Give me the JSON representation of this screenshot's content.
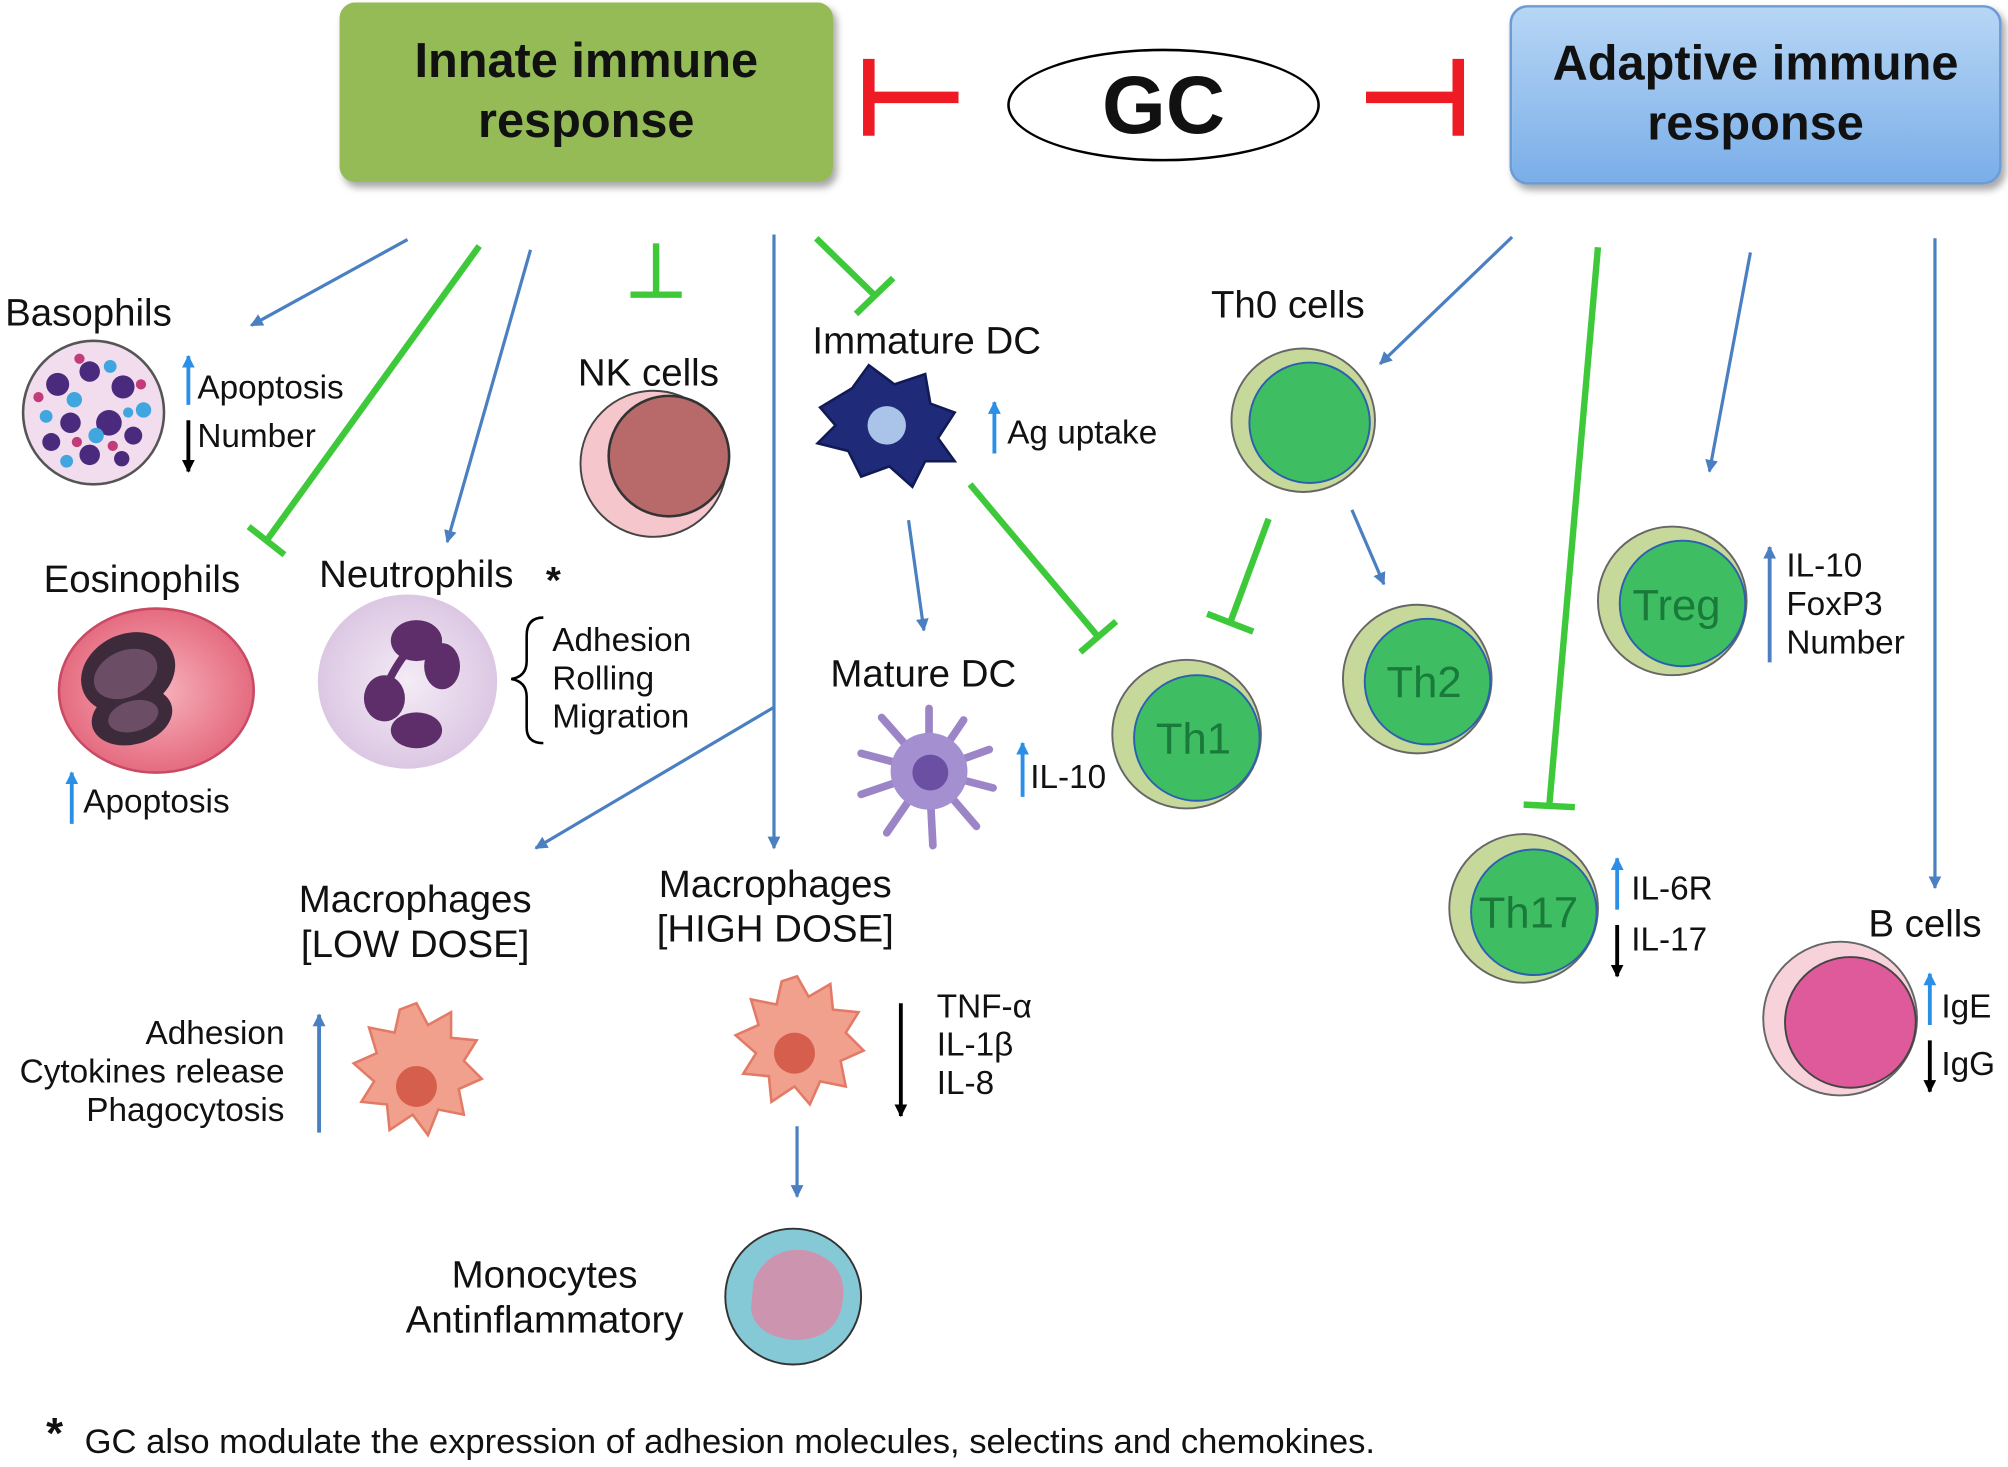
{
  "header": {
    "innate": [
      "Innate immune",
      "response"
    ],
    "gc": "GC",
    "adaptive": [
      "Adaptive immune",
      "response"
    ]
  },
  "cells": {
    "basophils": "Basophils",
    "eosinophils": "Eosinophils",
    "neutrophils": "Neutrophils",
    "nk": "NK cells",
    "immature_dc": "Immature DC",
    "mature_dc": "Mature DC",
    "th0": "Th0 cells",
    "th1": "Th1",
    "th2": "Th2",
    "th17": "Th17",
    "treg": "Treg",
    "b_cells": "B cells",
    "macro_low": [
      "Macrophages",
      "[LOW DOSE]"
    ],
    "macro_high": [
      "Macrophages",
      "[HIGH DOSE]"
    ],
    "monocytes": [
      "Monocytes",
      "Antinflammatory"
    ]
  },
  "effects": {
    "basophils_up": "Apoptosis",
    "basophils_down": "Number",
    "eosinophils_up": "Apoptosis",
    "neutrophils_asterisk": "*",
    "neutrophils_list": [
      "Adhesion",
      "Rolling",
      "Migration"
    ],
    "immature_dc_up": "Ag uptake",
    "mature_dc_up": "IL-10",
    "macro_low_up": [
      "Adhesion",
      "Cytokines release",
      "Phagocytosis"
    ],
    "macro_high_down": [
      "TNF-α",
      "IL-1β",
      "IL-8"
    ],
    "th17_up": "IL-6R",
    "th17_down": "IL-17",
    "treg_up": [
      "IL-10",
      "FoxP3",
      "Number"
    ],
    "b_up": "IgE",
    "b_down": "IgG"
  },
  "footnote": {
    "asterisk": "*",
    "text": "GC also modulate the expression of adhesion molecules, selectins and chemokines."
  },
  "colors": {
    "inhibit_red": "#ee1b24",
    "inhibit_green": "#3ec93a",
    "stimulate_blue": "#4a7fc1",
    "up_arrow": "#2b8fe8",
    "down_arrow": "#000000",
    "th_cell": "#3ebd63"
  }
}
